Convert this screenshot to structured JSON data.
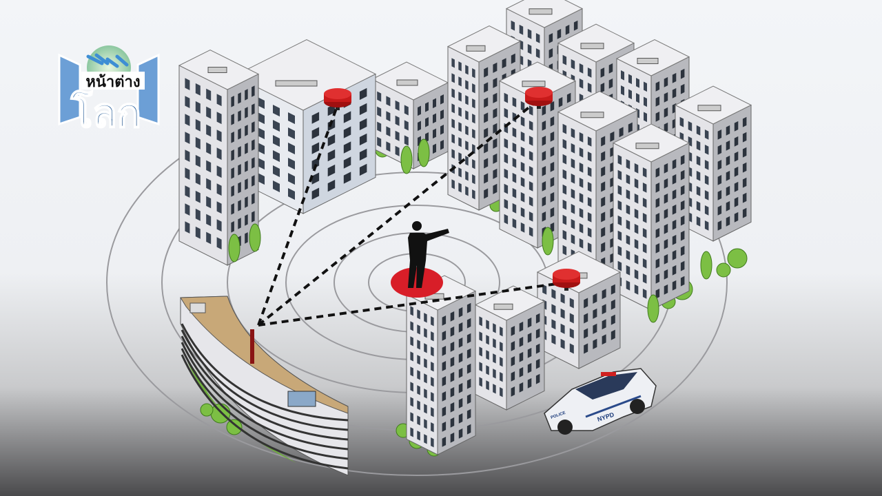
{
  "logo": {
    "line1": "หน้าต่าง",
    "line2": "โลก"
  },
  "police_car": {
    "door_text": "NYPD",
    "hood_text": "POLICE"
  },
  "colors": {
    "target_red": "#d81e28",
    "building_grey": "#d4d4d8",
    "window_dark": "#3a4452",
    "tree_green": "#6fae3c"
  }
}
